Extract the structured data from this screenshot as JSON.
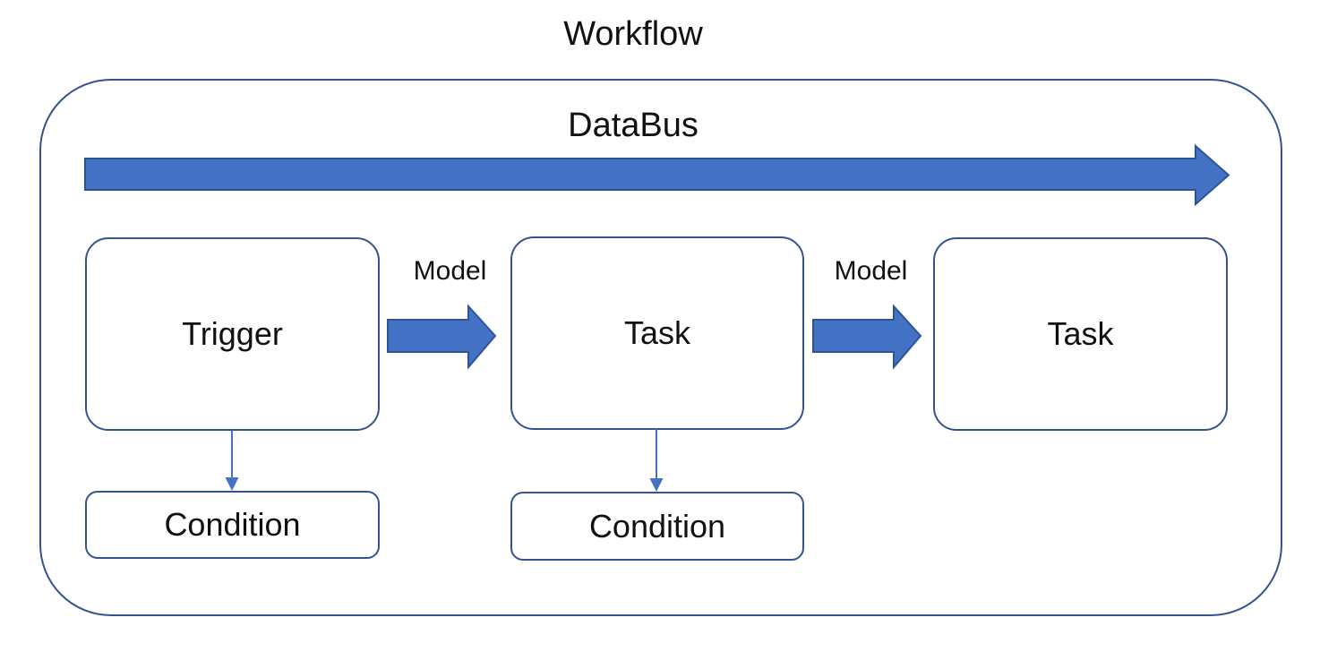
{
  "diagram": {
    "title": "Workflow",
    "databus": {
      "label": "DataBus"
    },
    "nodes": [
      {
        "id": "trigger",
        "label": "Trigger"
      },
      {
        "id": "task-1",
        "label": "Task"
      },
      {
        "id": "task-2",
        "label": "Task"
      },
      {
        "id": "condition-1",
        "label": "Condition"
      },
      {
        "id": "condition-2",
        "label": "Condition"
      }
    ],
    "edges": [
      {
        "from": "trigger",
        "to": "task-1",
        "label": "Model",
        "type": "block-arrow"
      },
      {
        "from": "task-1",
        "to": "task-2",
        "label": "Model",
        "type": "block-arrow"
      },
      {
        "from": "trigger",
        "to": "condition-1",
        "type": "thin-arrow"
      },
      {
        "from": "task-1",
        "to": "condition-2",
        "type": "thin-arrow"
      },
      {
        "from": "databus-start",
        "to": "databus-end",
        "type": "block-arrow",
        "label": ""
      }
    ],
    "colors": {
      "arrow_fill": "#4472C4",
      "arrow_stroke": "#2F5496",
      "box_border": "#34538F",
      "connector": "#4472C4",
      "text": "#111111",
      "background": "#FFFFFF"
    }
  }
}
